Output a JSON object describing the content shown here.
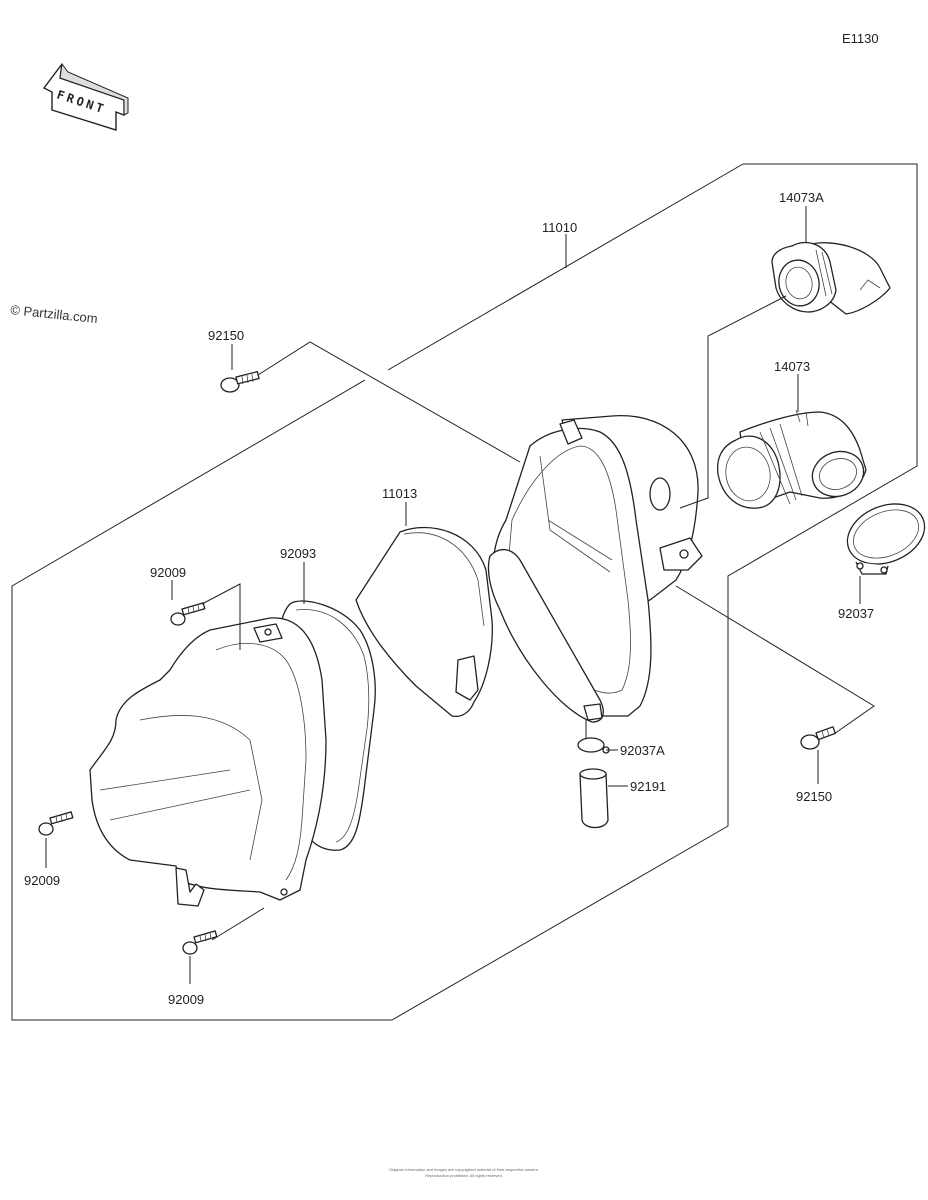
{
  "diagram_code": "E1130",
  "front_arrow_text": "FRONT",
  "watermark": "© Partzilla.com",
  "part_numbers": {
    "air_cleaner_case": "11010",
    "outlet_duct_upper": "14073A",
    "outlet_duct": "14073",
    "element": "11013",
    "gasket": "92093",
    "bolt_upper_left": "92150",
    "bolt_lower_right": "92150",
    "screw_top": "92009",
    "screw_left": "92009",
    "screw_bottom": "92009",
    "clamp": "92037",
    "drain_clamp": "92037A",
    "drain_cap": "92191"
  },
  "footer": {
    "line1": "Diagram information and images are copyrighted material of their respective owners.",
    "line2": "Reproduction prohibited. All rights reserved."
  },
  "colors": {
    "line": "#222222",
    "background": "#ffffff"
  }
}
